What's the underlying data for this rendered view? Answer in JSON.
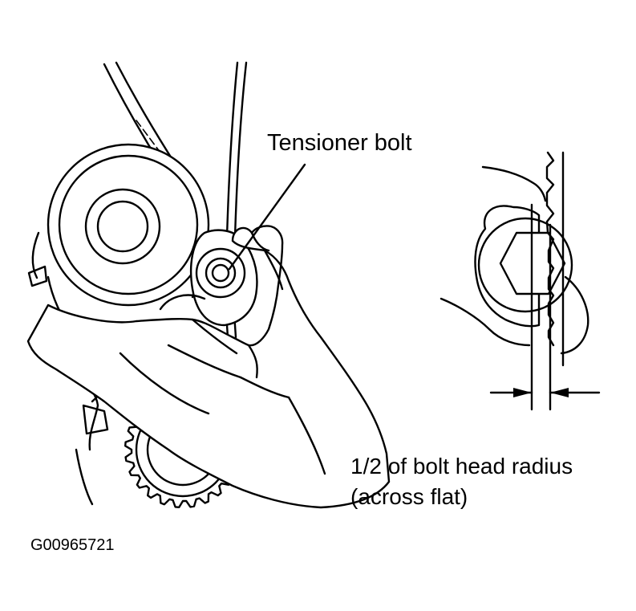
{
  "labels": {
    "tensioner_bolt": "Tensioner bolt",
    "radius_line1": "1/2 of bolt head radius",
    "radius_line2": "(across flat)",
    "figure_code": "G00965721"
  },
  "colors": {
    "ink": "#000000",
    "background": "#ffffff"
  }
}
